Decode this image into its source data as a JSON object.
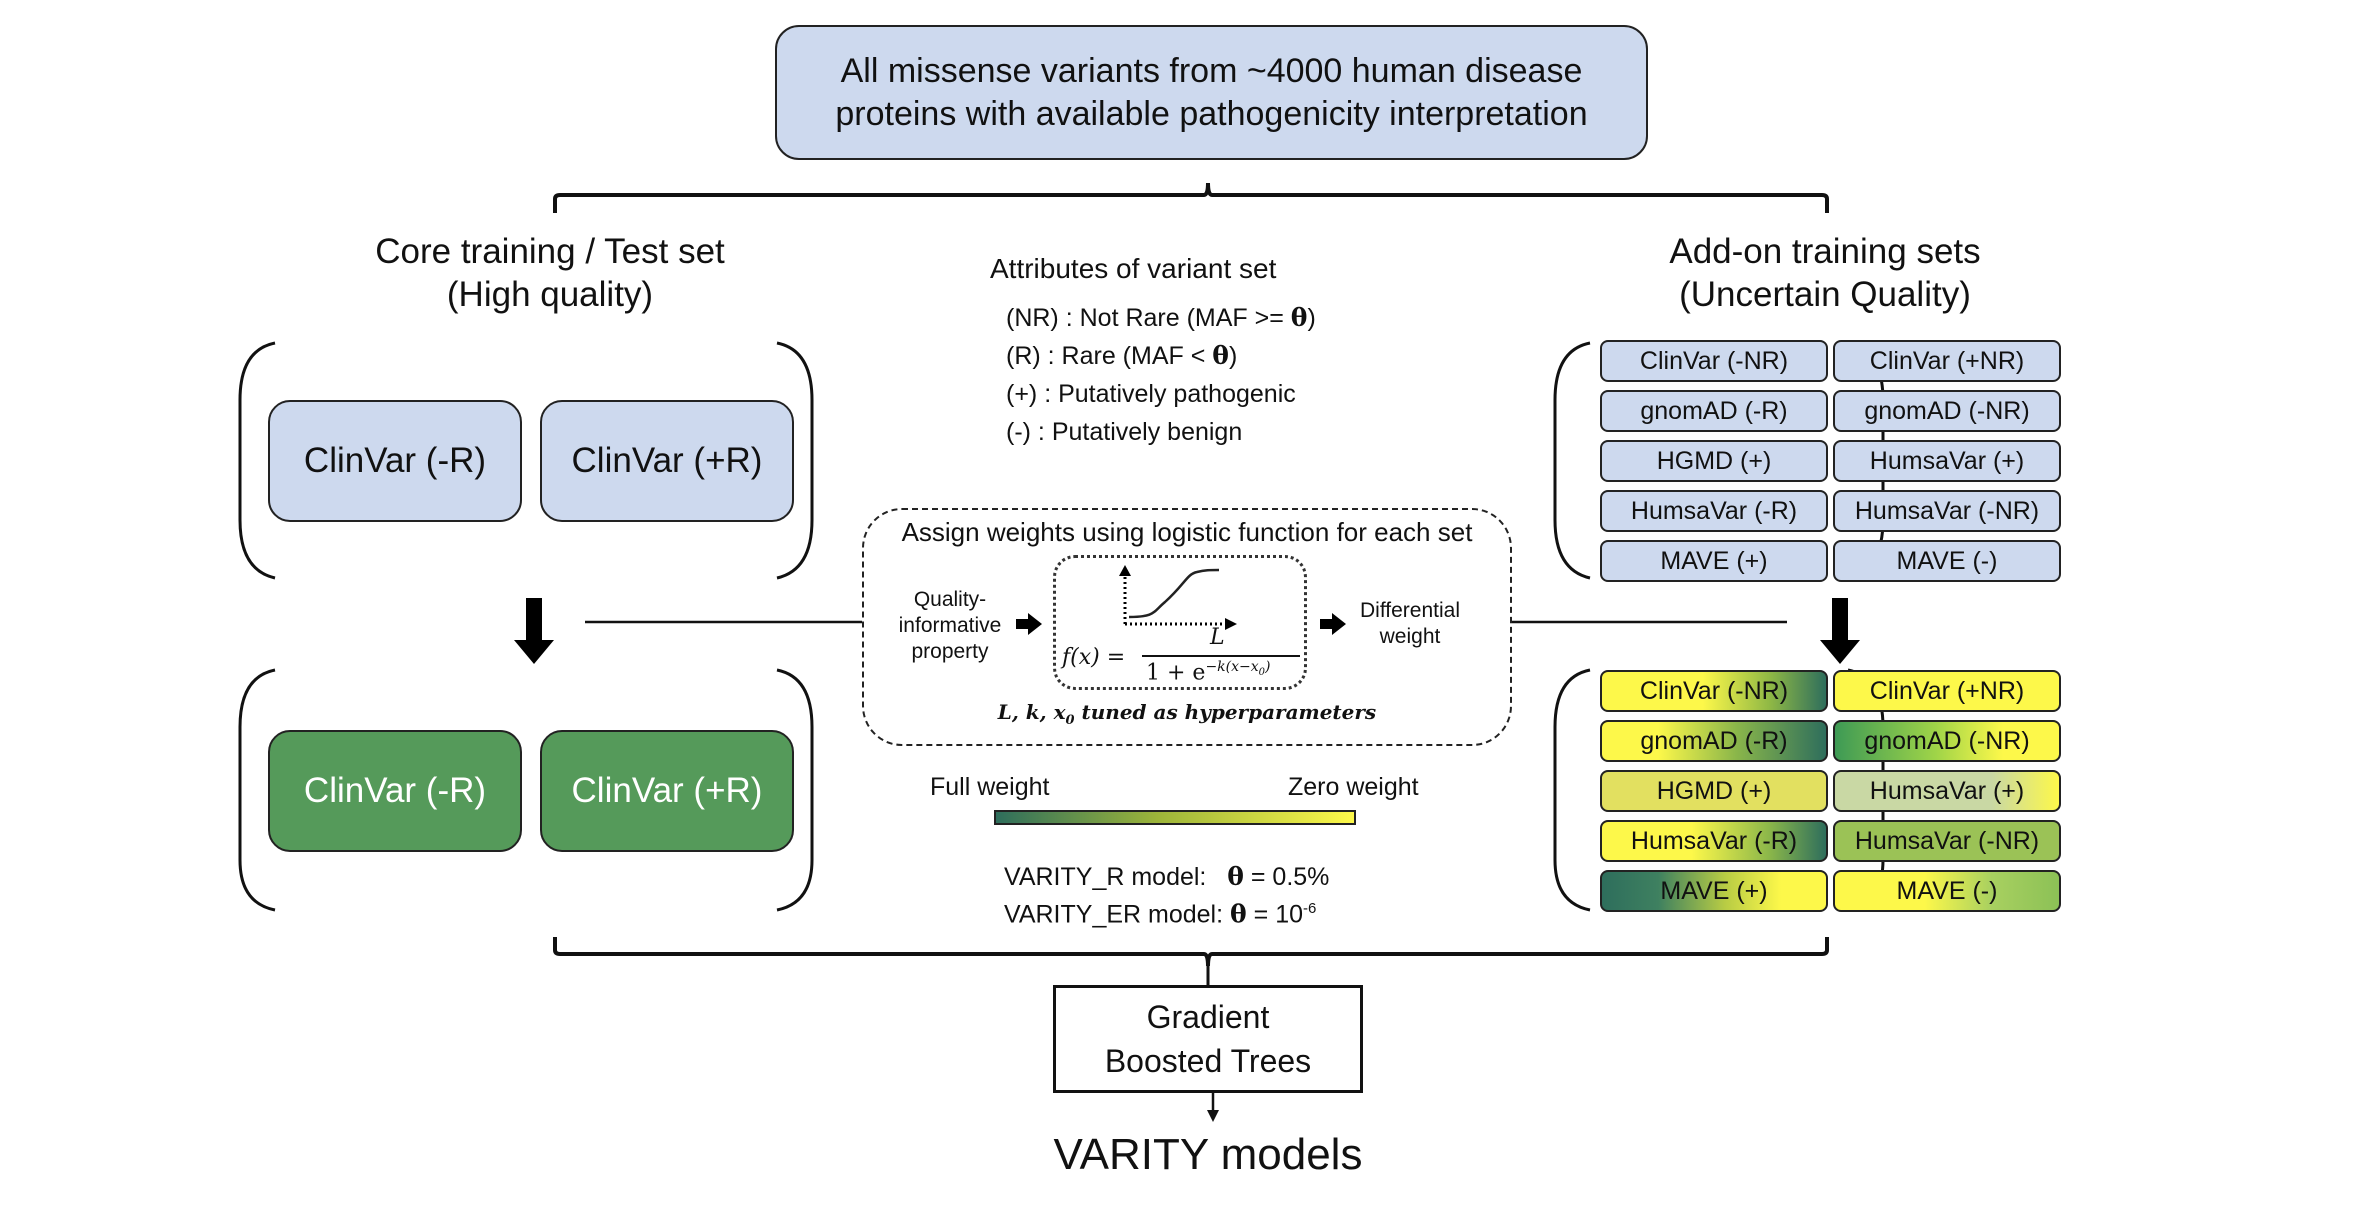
{
  "top_box": {
    "line1": "All missense variants from ~4000 human disease",
    "line2": "proteins with available pathogenicity interpretation"
  },
  "core": {
    "title_line1": "Core training / Test set",
    "title_line2": "(High quality)",
    "sets": [
      "ClinVar (-R)",
      "ClinVar (+R)"
    ],
    "weighted_sets": [
      "ClinVar (-R)",
      "ClinVar (+R)"
    ]
  },
  "addon": {
    "title_line1": "Add-on training sets",
    "title_line2": "(Uncertain Quality)",
    "sets": [
      "ClinVar (-NR)",
      "ClinVar (+NR)",
      "gnomAD (-R)",
      "gnomAD (-NR)",
      "HGMD (+)",
      "HumsaVar (+)",
      "HumsaVar (-R)",
      "HumsaVar (-NR)",
      "MAVE (+)",
      "MAVE (-)"
    ]
  },
  "attributes": {
    "title": "Attributes of variant set",
    "items": [
      {
        "code": "(NR) :",
        "desc": "Not Rare (MAF >= ",
        "sym": "θ",
        "tail": ")"
      },
      {
        "code": "(R) :",
        "desc": "Rare (MAF < ",
        "sym": "θ",
        "tail": ")"
      },
      {
        "code": "(+) :",
        "desc": "Putatively pathogenic",
        "sym": "",
        "tail": ""
      },
      {
        "code": "(-)  :",
        "desc": "Putatively benign",
        "sym": "",
        "tail": ""
      }
    ]
  },
  "logistic": {
    "title": "Assign weights using logistic function for each set",
    "input_line1": "Quality-",
    "input_line2": "informative",
    "input_line3": "property",
    "output_line1": "Differential",
    "output_line2": "weight",
    "formula_lhs": "f(x) =",
    "formula_num": "L",
    "formula_den_base": "1 +  e",
    "formula_den_exp": "−k(x−x",
    "formula_den_sub": "0",
    "formula_den_close": ")",
    "hyper": "L, k, x",
    "hyper_sub": "0",
    "hyper_tail": " tuned as hyperparameters"
  },
  "legend": {
    "left": "Full weight",
    "right": "Zero weight",
    "color_full": "#2e6e5c",
    "color_mid": "#9cb43a",
    "color_zero": "#fdf84a"
  },
  "models": {
    "r_label": "VARITY_R model:",
    "r_sym": "θ",
    "r_value": " = 0.5%",
    "er_label": "VARITY_ER model: ",
    "er_sym": "θ",
    "er_value": " = 10",
    "er_exp": "-6"
  },
  "gbt": {
    "line1": "Gradient",
    "line2": "Boosted Trees"
  },
  "output": "VARITY models",
  "colors": {
    "blue_box": "#cdd9ee",
    "green_box": "#559a5a"
  }
}
